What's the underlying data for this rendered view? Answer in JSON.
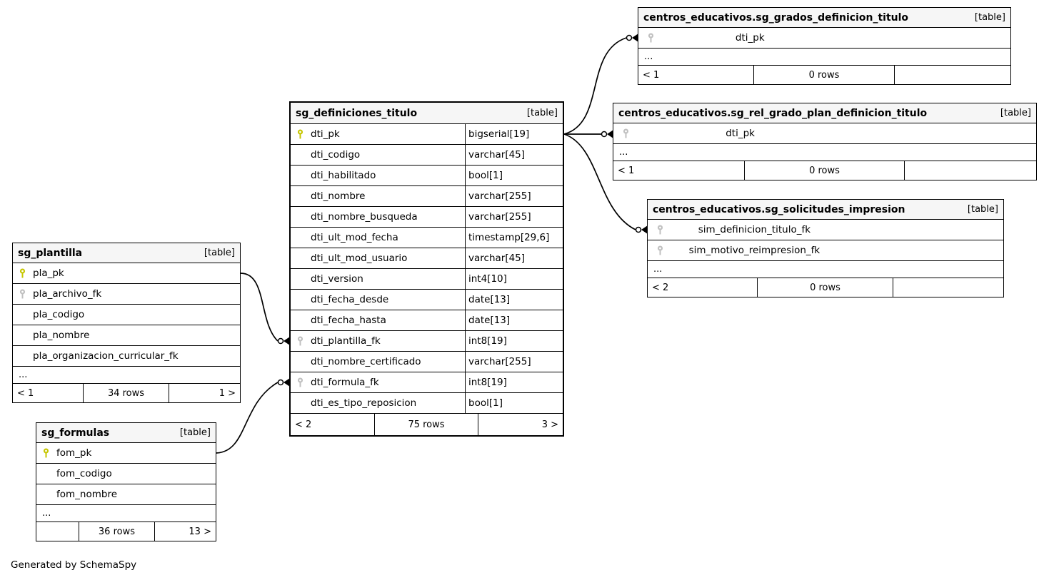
{
  "note": {
    "generated_by": "Generated by SchemaSpy"
  },
  "colors": {
    "primary_key_icon": "#c6c600",
    "foreign_key_icon": "#c0c0c0",
    "header_background": "#f6f6f6",
    "border": "#000000"
  },
  "icons": {
    "primary_key": "key-icon",
    "foreign_key": "key-icon"
  },
  "tables": {
    "definiciones": {
      "title": "sg_definiciones_titulo",
      "badge": "[table]",
      "rows": [
        {
          "name": "dti_pk",
          "type": "bigserial[19]",
          "key": "pk"
        },
        {
          "name": "dti_codigo",
          "type": "varchar[45]",
          "key": ""
        },
        {
          "name": "dti_habilitado",
          "type": "bool[1]",
          "key": ""
        },
        {
          "name": "dti_nombre",
          "type": "varchar[255]",
          "key": ""
        },
        {
          "name": "dti_nombre_busqueda",
          "type": "varchar[255]",
          "key": ""
        },
        {
          "name": "dti_ult_mod_fecha",
          "type": "timestamp[29,6]",
          "key": ""
        },
        {
          "name": "dti_ult_mod_usuario",
          "type": "varchar[45]",
          "key": ""
        },
        {
          "name": "dti_version",
          "type": "int4[10]",
          "key": ""
        },
        {
          "name": "dti_fecha_desde",
          "type": "date[13]",
          "key": ""
        },
        {
          "name": "dti_fecha_hasta",
          "type": "date[13]",
          "key": ""
        },
        {
          "name": "dti_plantilla_fk",
          "type": "int8[19]",
          "key": "fk"
        },
        {
          "name": "dti_nombre_certificado",
          "type": "varchar[255]",
          "key": ""
        },
        {
          "name": "dti_formula_fk",
          "type": "int8[19]",
          "key": "fk"
        },
        {
          "name": "dti_es_tipo_reposicion",
          "type": "bool[1]",
          "key": ""
        }
      ],
      "footer": {
        "prev": "< 2",
        "rows": "75 rows",
        "next": "3 >"
      }
    },
    "grados": {
      "title": "centros_educativos.sg_grados_definicion_titulo",
      "badge": "[table]",
      "rows": [
        {
          "name": "dti_pk",
          "key": "fk"
        }
      ],
      "ellipsis": "...",
      "footer": {
        "prev": "< 1",
        "rows": "0 rows",
        "next": ""
      }
    },
    "rel_grado": {
      "title": "centros_educativos.sg_rel_grado_plan_definicion_titulo",
      "badge": "[table]",
      "rows": [
        {
          "name": "dti_pk",
          "key": "fk"
        }
      ],
      "ellipsis": "...",
      "footer": {
        "prev": "< 1",
        "rows": "0 rows",
        "next": ""
      }
    },
    "solicitudes": {
      "title": "centros_educativos.sg_solicitudes_impresion",
      "badge": "[table]",
      "rows": [
        {
          "name": "sim_definicion_titulo_fk",
          "key": "fk"
        },
        {
          "name": "sim_motivo_reimpresion_fk",
          "key": "fk"
        }
      ],
      "ellipsis": "...",
      "footer": {
        "prev": "< 2",
        "rows": "0 rows",
        "next": ""
      }
    },
    "plantilla": {
      "title": "sg_plantilla",
      "badge": "[table]",
      "rows": [
        {
          "name": "pla_pk",
          "key": "pk"
        },
        {
          "name": "pla_archivo_fk",
          "key": "fk"
        },
        {
          "name": "pla_codigo",
          "key": ""
        },
        {
          "name": "pla_nombre",
          "key": ""
        },
        {
          "name": "pla_organizacion_curricular_fk",
          "key": ""
        }
      ],
      "ellipsis": "...",
      "footer": {
        "prev": "< 1",
        "rows": "34 rows",
        "next": "1 >"
      }
    },
    "formulas": {
      "title": "sg_formulas",
      "badge": "[table]",
      "rows": [
        {
          "name": "fom_pk",
          "key": "pk"
        },
        {
          "name": "fom_codigo",
          "key": ""
        },
        {
          "name": "fom_nombre",
          "key": ""
        }
      ],
      "ellipsis": "...",
      "footer": {
        "prev": "",
        "rows": "36 rows",
        "next": "13 >"
      }
    }
  }
}
